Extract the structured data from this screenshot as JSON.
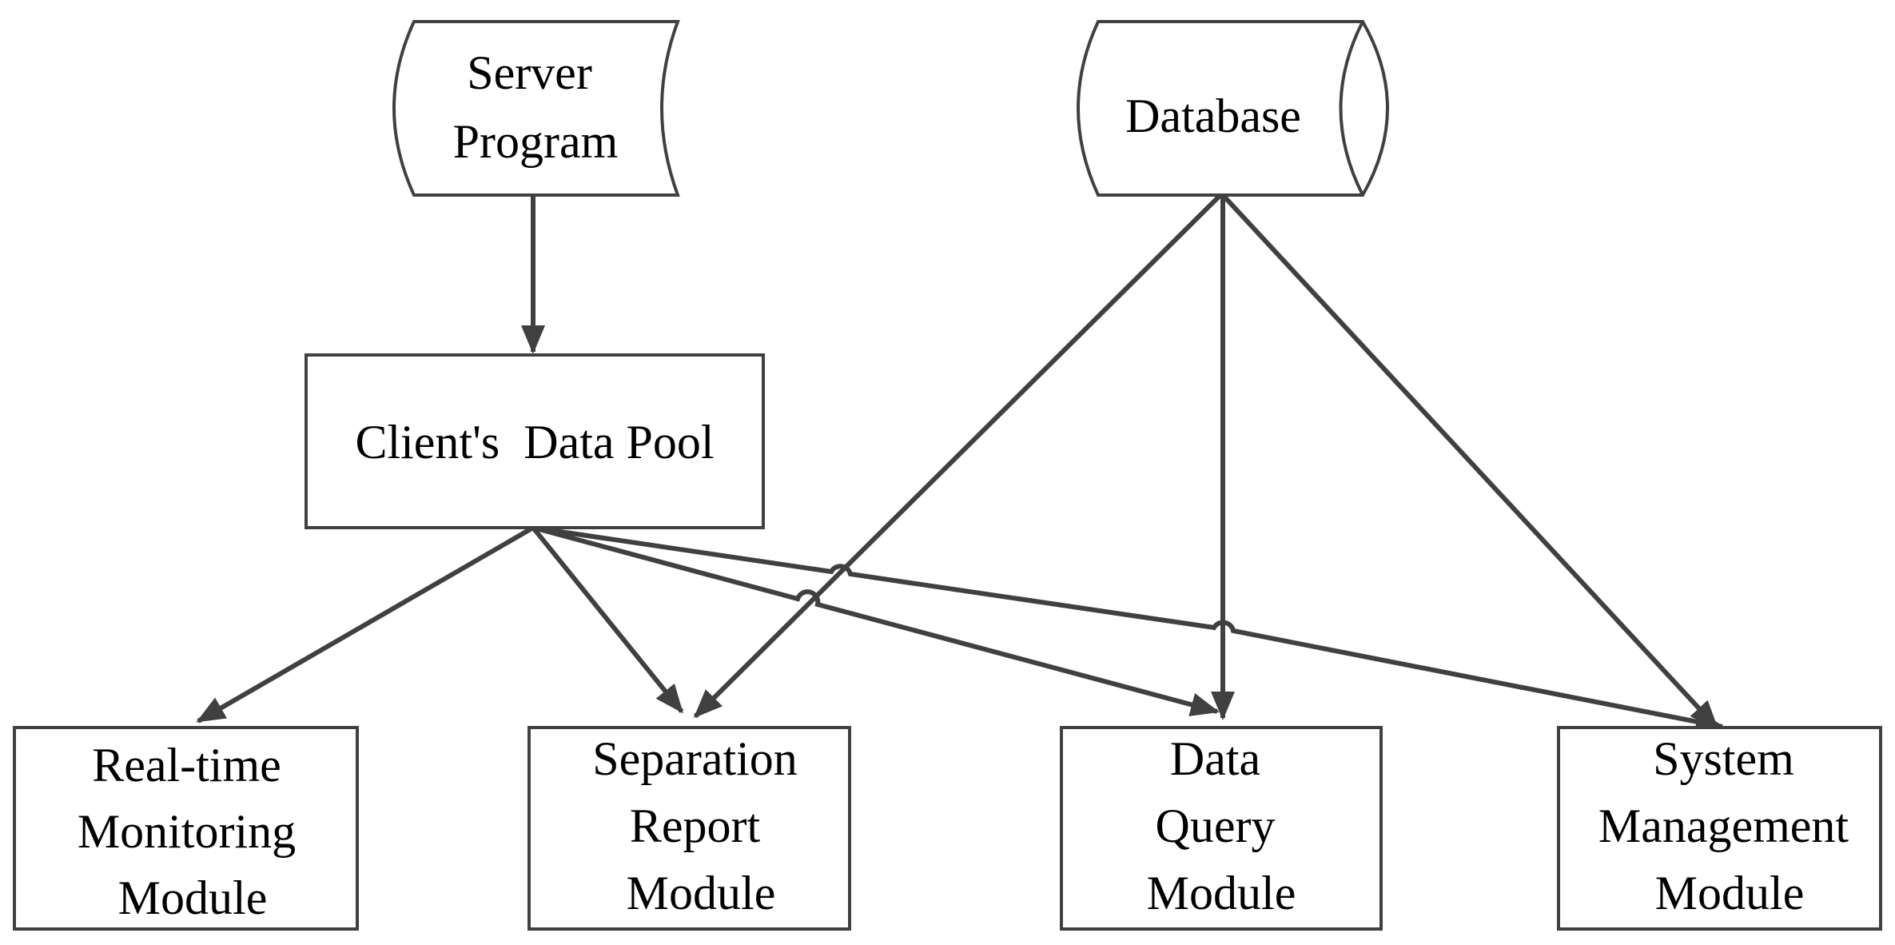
{
  "colors": {
    "stroke": "#404040",
    "text": "#000000",
    "background": "#ffffff"
  },
  "nodes": {
    "server_program": {
      "lines": [
        "Server",
        "Program"
      ],
      "shape": "stored-data"
    },
    "database": {
      "lines": [
        "Database"
      ],
      "shape": "stored-data"
    },
    "client_data_pool": {
      "lines": [
        "Client's  Data Pool"
      ],
      "shape": "rectangle"
    },
    "realtime_monitoring": {
      "lines": [
        "Real-time",
        "Monitoring",
        "Module"
      ],
      "shape": "rectangle"
    },
    "separation_report": {
      "lines": [
        "Separation",
        "Report",
        "Module"
      ],
      "shape": "rectangle"
    },
    "data_query": {
      "lines": [
        "Data",
        "Query",
        "Module"
      ],
      "shape": "rectangle"
    },
    "system_management": {
      "lines": [
        "System",
        "Management",
        "Module"
      ],
      "shape": "rectangle"
    }
  },
  "edges": [
    {
      "from": "server_program",
      "to": "client_data_pool"
    },
    {
      "from": "client_data_pool",
      "to": "realtime_monitoring"
    },
    {
      "from": "client_data_pool",
      "to": "separation_report"
    },
    {
      "from": "client_data_pool",
      "to": "data_query"
    },
    {
      "from": "client_data_pool",
      "to": "system_management"
    },
    {
      "from": "database",
      "to": "separation_report"
    },
    {
      "from": "database",
      "to": "data_query"
    },
    {
      "from": "database",
      "to": "system_management"
    }
  ]
}
